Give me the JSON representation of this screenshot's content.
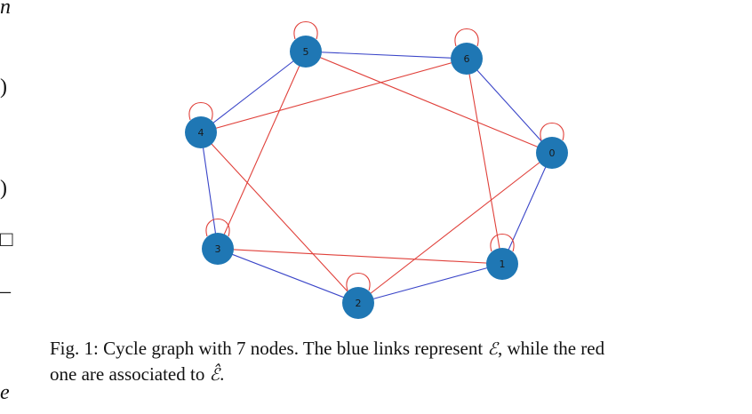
{
  "margin_glyphs": [
    "n",
    ")",
    ")",
    "□",
    "–",
    "e"
  ],
  "graph": {
    "edge_colors": {
      "blue": "#3a45c8",
      "red": "#e0403a"
    },
    "node_color": "#1f77b4",
    "loop_color": "#e0403a",
    "nodes": [
      {
        "id": "0",
        "label": "0"
      },
      {
        "id": "1",
        "label": "1"
      },
      {
        "id": "2",
        "label": "2"
      },
      {
        "id": "3",
        "label": "3"
      },
      {
        "id": "4",
        "label": "4"
      },
      {
        "id": "5",
        "label": "5"
      },
      {
        "id": "6",
        "label": "6"
      }
    ],
    "blue_edges": [
      [
        "0",
        "1"
      ],
      [
        "1",
        "2"
      ],
      [
        "2",
        "3"
      ],
      [
        "3",
        "4"
      ],
      [
        "4",
        "5"
      ],
      [
        "5",
        "6"
      ],
      [
        "6",
        "0"
      ]
    ],
    "red_edges": [
      [
        "0",
        "5"
      ],
      [
        "0",
        "2"
      ],
      [
        "1",
        "6"
      ],
      [
        "1",
        "3"
      ],
      [
        "2",
        "4"
      ],
      [
        "3",
        "5"
      ],
      [
        "4",
        "6"
      ]
    ]
  },
  "caption": {
    "line1_text": "Fig. 1: Cycle graph with 7 nodes. The blue links represent ",
    "symbol_E": "ℰ",
    "line1_end": ", while the red",
    "line2_text": "one are associated to ",
    "symbol_Ehat": "ℰ̂",
    "line2_end": "."
  }
}
